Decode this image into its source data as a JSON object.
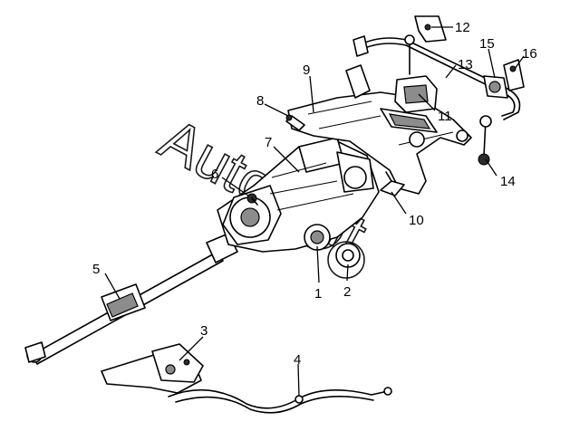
{
  "watermark": "AutoSoft",
  "callouts": [
    "1",
    "2",
    "3",
    "4",
    "5",
    "6",
    "7",
    "8",
    "9",
    "10",
    "11",
    "12",
    "13",
    "14",
    "15",
    "16"
  ],
  "colors": {
    "line": "#000000",
    "background": "#ffffff"
  }
}
